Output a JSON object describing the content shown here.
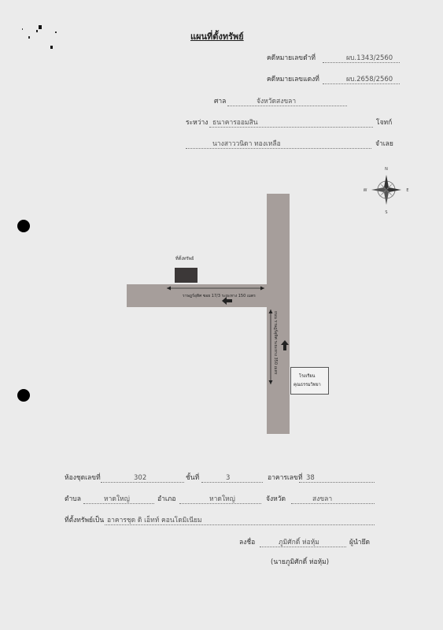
{
  "title": "แผนที่ตั้งทรัพย์",
  "header": {
    "black_case_label": "คดีหมายเลขดำที่",
    "black_case_value": "ผบ.1343/2560",
    "red_case_label": "คดีหมายเลขแดงที่",
    "red_case_value": "ผบ.2658/2560",
    "court_label": "ศาล",
    "court_value": "จังหวัดสงขลา",
    "between_label": "ระหว่าง",
    "plaintiff_value": "ธนาคารออมสิน",
    "plaintiff_role": "โจทก์",
    "defendant_value": "นางสาววนิดา ทองเหลือ",
    "defendant_role": "จำเลย"
  },
  "map": {
    "property_label": "ที่ตั้งทรัพย์",
    "horizontal_road_label": "ราษฎร์อุทิศ ซอย 17/3 ระยะทาง 150 เมตร",
    "vertical_road_label": "ถนน ราษฎร์อุทิศ ระยะทาง 350 เมตร",
    "landmark_line1": "โรงเรียน",
    "landmark_line2": "คุณธรรมวิทยา",
    "compass_n": "N",
    "compass_s": "S",
    "compass_e": "E",
    "compass_w": "W"
  },
  "footer": {
    "unit_label": "ห้องชุดเลขที่",
    "unit_value": "302",
    "floor_label": "ชั้นที่",
    "floor_value": "3",
    "building_label": "อาคารเลขที่",
    "building_value": "38",
    "subdistrict_label": "ตำบล",
    "subdistrict_value": "หาดใหญ่",
    "district_label": "อำเภอ",
    "district_value": "หาดใหญ่",
    "province_label": "จังหวัด",
    "province_value": "สงขลา",
    "location_label": "ที่ตั้งทรัพย์เป็น",
    "location_value": "อาคารชุด ดิ เอ็ทท์ คอนโดมิเนียม",
    "sign_label": "ลงชื่อ",
    "signer_value": "ภูมิศักดิ์ ห่อหุ้ม",
    "signer_role": "ผู้นำยึด",
    "signer_fullname": "(นายภูมิศักดิ์ ห่อหุ้ม)"
  }
}
